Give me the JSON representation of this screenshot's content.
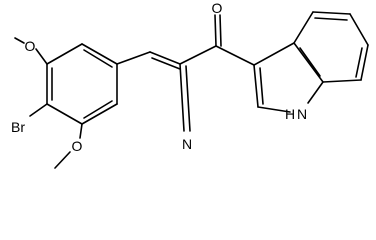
{
  "molecule": {
    "atoms": {
      "O_top": "O",
      "O_bottom": "O",
      "Br": "Br",
      "N_nitrile": "N",
      "O_carbonyl": "O",
      "NH": "H",
      "N_indole": "N"
    }
  },
  "colors": {
    "ink": "#000000",
    "background": "#ffffff"
  }
}
